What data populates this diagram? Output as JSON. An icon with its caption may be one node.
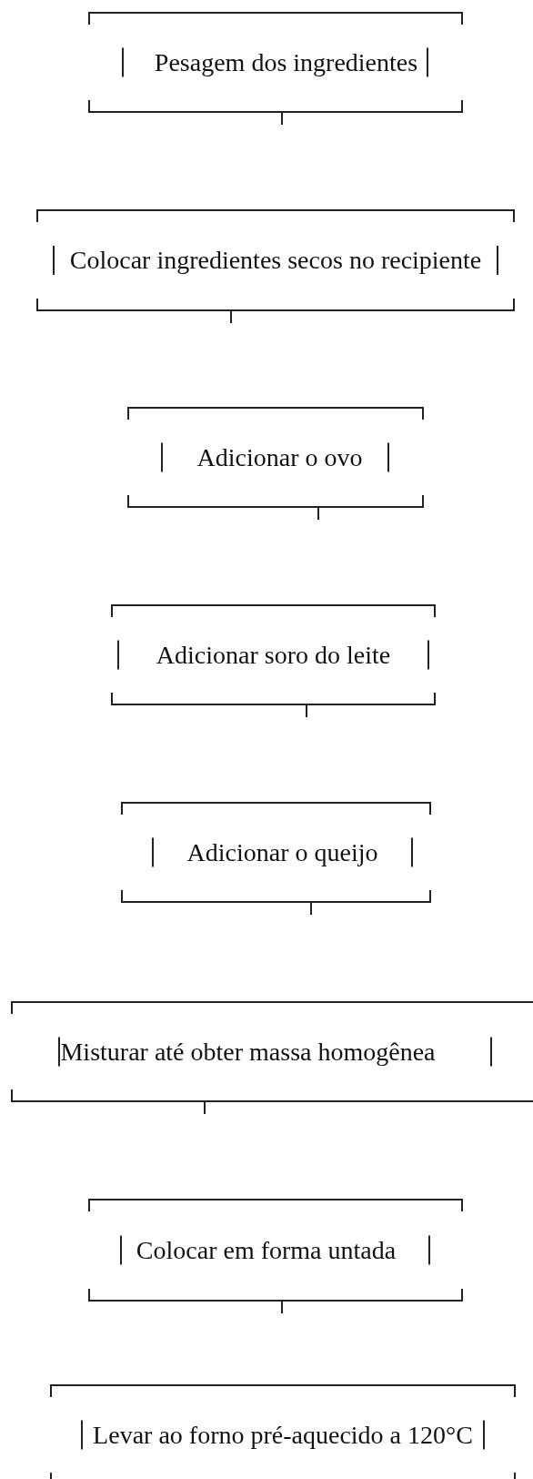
{
  "diagram": {
    "nodes": [
      {
        "text": [
          "Pesagem dos ingredientes"
        ]
      },
      {
        "text": [
          "Colocar ingredientes secos no recipiente"
        ]
      },
      {
        "text": [
          "Adicionar o ovo"
        ]
      },
      {
        "text": [
          "Adicionar soro do leite"
        ]
      },
      {
        "text": [
          "Adicionar o queijo"
        ]
      },
      {
        "text": [
          "Misturar até obter massa homogênea"
        ]
      },
      {
        "text": [
          "Colocar em forma untada"
        ]
      },
      {
        "text": [
          "Levar ao forno pré-aquecido a 120°C"
        ]
      }
    ]
  }
}
